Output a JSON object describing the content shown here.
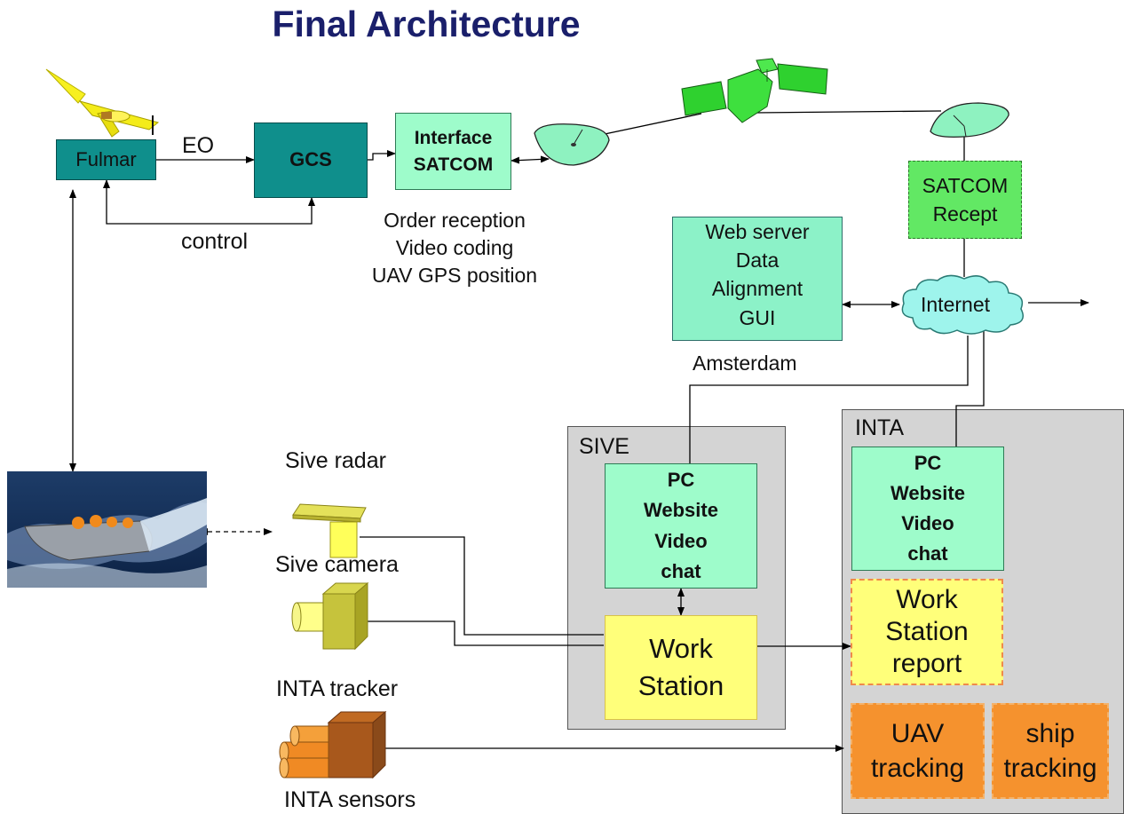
{
  "title": "Final Architecture",
  "nodes": {
    "fulmar": "Fulmar",
    "gcs": "GCS",
    "interface_satcom": [
      "Interface",
      "SATCOM"
    ],
    "satcom_recept": [
      "SATCOM",
      "Recept"
    ],
    "web_server": [
      "Web server",
      "Data",
      "Alignment",
      "GUI"
    ],
    "internet": "Internet",
    "sive_pc": [
      "PC",
      "Website",
      "Video",
      "chat"
    ],
    "sive_workstation": [
      "Work",
      "Station"
    ],
    "inta_pc": [
      "PC",
      "Website",
      "Video",
      "chat"
    ],
    "inta_workstation_report": [
      "Work",
      "Station",
      "report"
    ],
    "uav_tracking": [
      "UAV",
      "tracking"
    ],
    "ship_tracking": [
      "ship",
      "tracking"
    ]
  },
  "labels": {
    "eo": "EO",
    "control": "control",
    "interface_notes": [
      "Order reception",
      "Video coding",
      "UAV GPS position"
    ],
    "amsterdam": "Amsterdam",
    "sive_panel": "SIVE",
    "inta_panel": "INTA",
    "sive_radar": "Sive radar",
    "sive_camera": "Sive camera",
    "inta_tracker": "INTA tracker",
    "inta_sensors": "INTA sensors"
  },
  "icons": {
    "uav": "uav-aircraft-icon",
    "satellite": "satellite-icon",
    "dish_left": "satellite-dish-icon",
    "dish_right": "satellite-dish-icon",
    "boat_photo": "boat-photo",
    "radar": "radar-icon",
    "camera": "camera-icon",
    "tracker": "sensor-cluster-icon"
  },
  "colors": {
    "title": "#1a1f6b",
    "teal": "#0f8f8c",
    "mint": "#9efccb",
    "green": "#62e864",
    "yellow": "#ffff7a",
    "orange": "#f5922e",
    "panel": "#d4d4d4"
  }
}
